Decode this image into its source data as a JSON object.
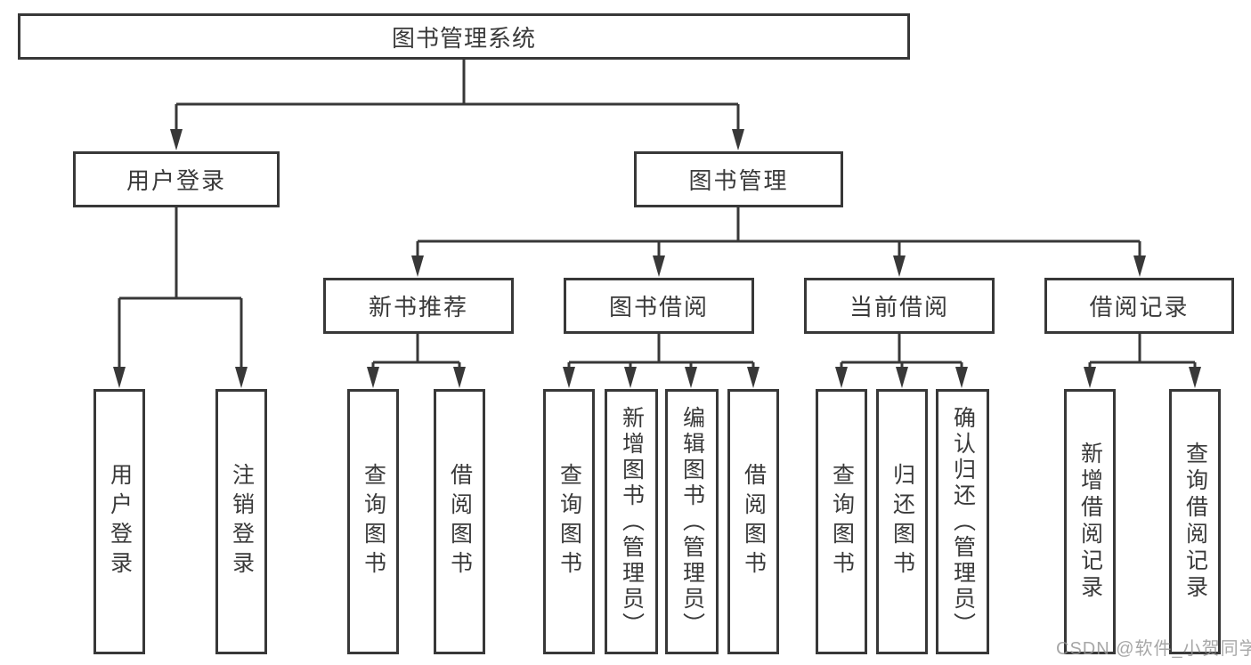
{
  "tree": {
    "label": "图书管理系统",
    "children": [
      {
        "label": "用户登录",
        "children": [
          {
            "label": "用户登录"
          },
          {
            "label": "注销登录"
          }
        ]
      },
      {
        "label": "图书管理",
        "children": [
          {
            "label": "新书推荐",
            "children": [
              {
                "label": "查询图书"
              },
              {
                "label": "借阅图书"
              }
            ]
          },
          {
            "label": "图书借阅",
            "children": [
              {
                "label": "查询图书"
              },
              {
                "label": "新增图书（管理员）"
              },
              {
                "label": "编辑图书（管理员）"
              },
              {
                "label": "借阅图书"
              }
            ]
          },
          {
            "label": "当前借阅",
            "children": [
              {
                "label": "查询图书"
              },
              {
                "label": "归还图书"
              },
              {
                "label": "确认归还（管理员）"
              }
            ]
          },
          {
            "label": "借阅记录",
            "children": [
              {
                "label": "新增借阅记录"
              },
              {
                "label": "查询借阅记录"
              }
            ]
          }
        ]
      }
    ]
  },
  "watermark": "CSDN @软件_小贺同学",
  "colors": {
    "line": "#383838",
    "text": "#3a3a3a",
    "box_fill": "#ffffff",
    "watermark": "#949494",
    "background": "#ffffff"
  }
}
